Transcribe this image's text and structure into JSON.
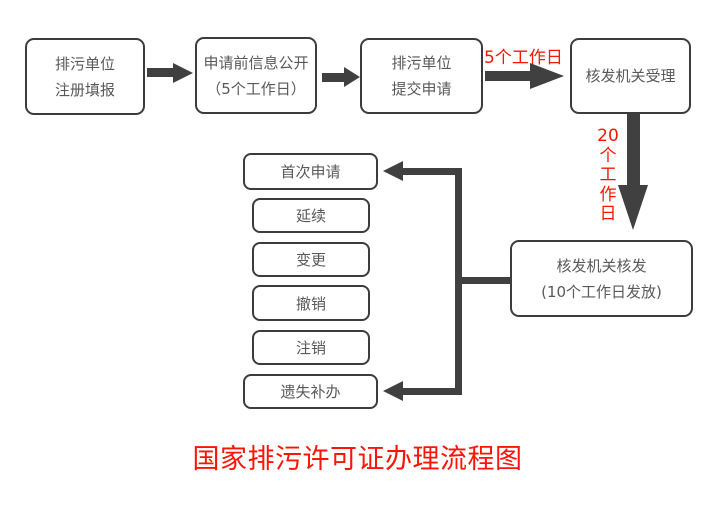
{
  "title": "国家排污许可证办理流程图",
  "colors": {
    "accent_red": "#fb1505",
    "arrow_dark": "#404040",
    "box_border": "#3c3c3c",
    "box_text": "#595959",
    "background": "#ffffff"
  },
  "boxes": {
    "register": {
      "line1": "排污单位",
      "line2": "注册填报"
    },
    "disclosure": {
      "line1": "申请前信息公开",
      "line2": "（5个工作日）"
    },
    "submit": {
      "line1": "排污单位",
      "line2": "提交申请"
    },
    "accept": {
      "line1": "核发机关受理"
    },
    "issue": {
      "line1": "核发机关核发",
      "line2": "(10个工作日发放)"
    }
  },
  "labels": {
    "five_days": "5个工作日",
    "twenty_days": [
      "20",
      "个",
      "工",
      "作",
      "日"
    ]
  },
  "categories": [
    {
      "label": "首次申请"
    },
    {
      "label": "延续"
    },
    {
      "label": "变更"
    },
    {
      "label": "撤销"
    },
    {
      "label": "注销"
    },
    {
      "label": "遗失补办"
    }
  ]
}
